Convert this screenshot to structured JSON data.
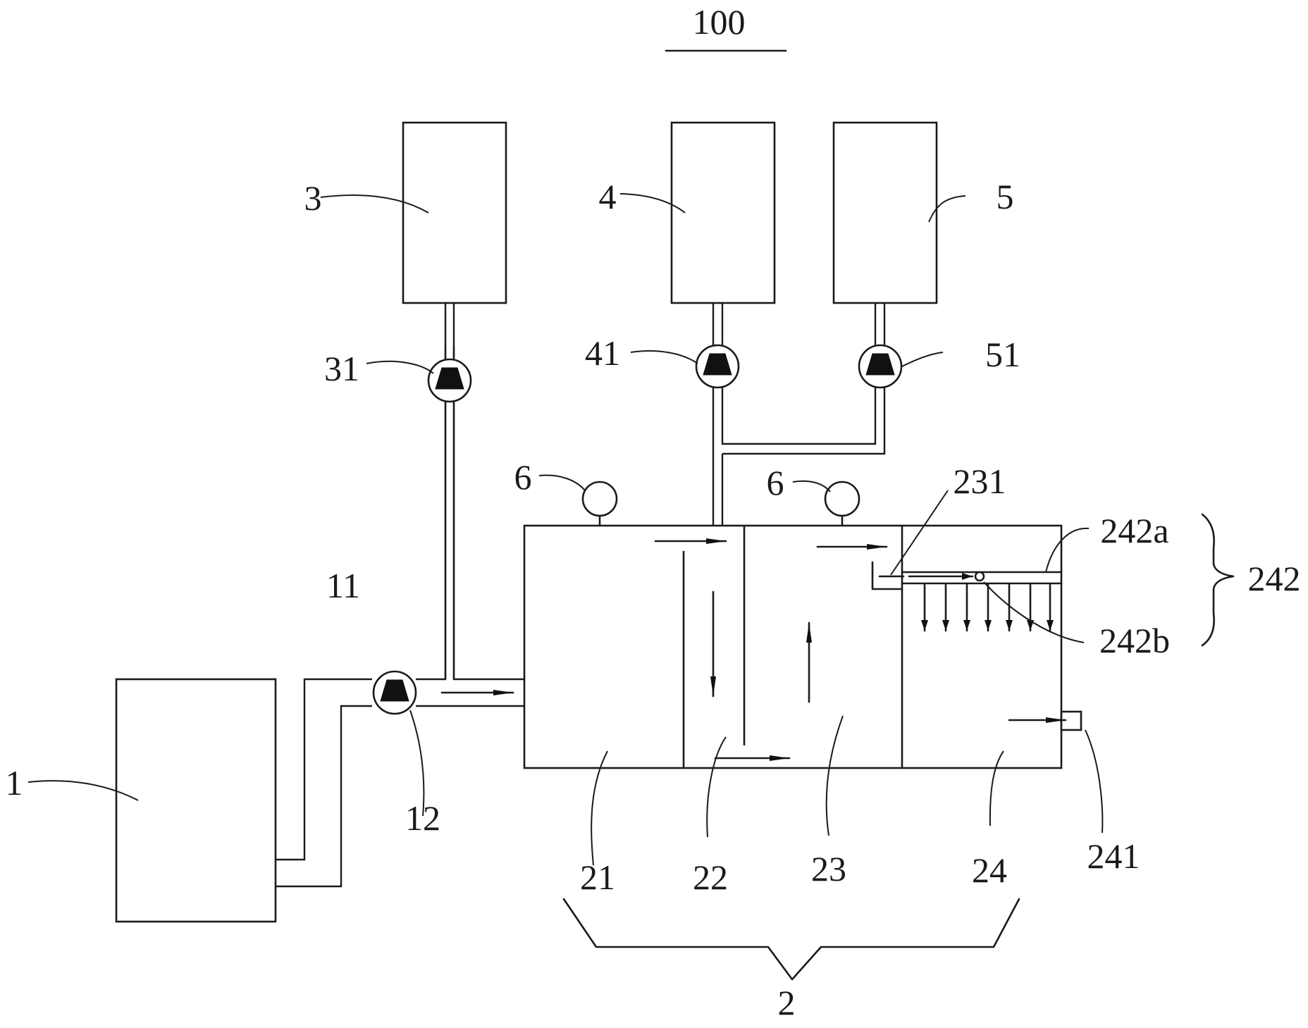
{
  "diagram": {
    "title": "100",
    "components": {
      "water_source": "1",
      "tank_assembly": "2",
      "dosing_tank_a": "3",
      "dosing_tank_b": "4",
      "dosing_tank_c": "5",
      "inlet_pipe": "11",
      "main_pump": "12",
      "pump_a": "31",
      "pump_b": "41",
      "pump_c": "51",
      "sensor_left": "6",
      "sensor_right": "6",
      "chamber_21": "21",
      "chamber_22": "22",
      "chamber_23": "23",
      "chamber_24": "24",
      "overflow_231": "231",
      "outlet_241": "241",
      "spray_unit_242": "242",
      "spray_pipe_242a": "242a",
      "nozzle_242b": "242b"
    }
  }
}
